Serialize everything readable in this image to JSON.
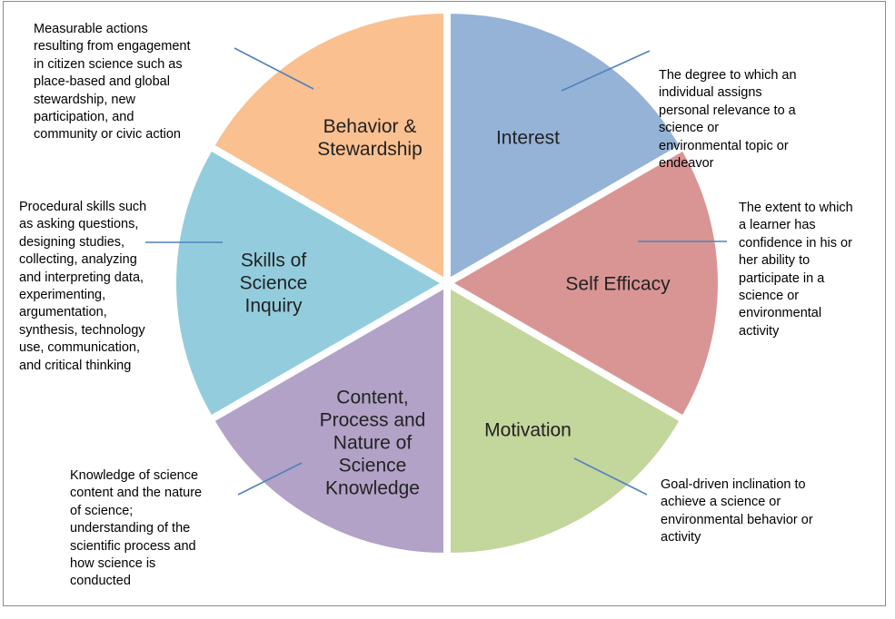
{
  "segments": [
    {
      "id": "interest",
      "label": "Interest",
      "color": "#95b3d7",
      "description": "The degree to which an\nindividual assigns\npersonal relevance to a\nscience or\nenvironmental topic or\nendeavor"
    },
    {
      "id": "self-efficacy",
      "label": "Self Efficacy",
      "color": "#d99594",
      "description": "The extent to which\na learner has\nconfidence in his or\nher ability  to\nparticipate in a\nscience or\nenvironmental\nactivity"
    },
    {
      "id": "motivation",
      "label": "Motivation",
      "color": "#c3d69b",
      "description": "Goal-driven inclination to\nachieve a science or\nenvironmental behavior or\nactivity"
    },
    {
      "id": "content-process",
      "label": "Content,\nProcess and\nNature of\nScience\nKnowledge",
      "color": "#b2a2c7",
      "description": "Knowledge of science\ncontent and the nature\nof science;\nunderstanding of the\nscientific process and\nhow science is\nconducted"
    },
    {
      "id": "skills-inquiry",
      "label": "Skills of\nScience\nInquiry",
      "color": "#93cddd",
      "description": "Procedural skills such\nas asking questions,\ndesigning studies,\ncollecting, analyzing\nand interpreting data,\nexperimenting,\nargumentation,\nsynthesis, technology\nuse, communication,\nand critical thinking"
    },
    {
      "id": "behavior-stewardship",
      "label": "Behavior &\nStewardship",
      "color": "#fac090",
      "description": "Measurable actions\nresulting from engagement\nin citizen science such as\nplace-based and global\nstewardship, new\nparticipation, and\ncommunity or civic action"
    }
  ],
  "colors": {
    "connector": "#4f81bd",
    "frame": "#8c8c8c"
  }
}
